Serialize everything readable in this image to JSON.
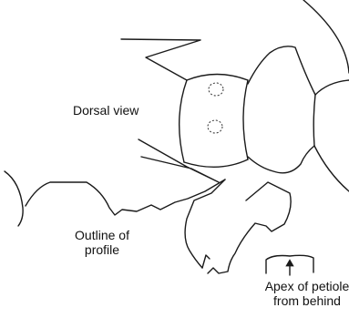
{
  "labels": {
    "dorsal_view": "Dorsal view",
    "outline_line1": "Outline of",
    "outline_line2": "profile",
    "apex_line1": "Apex of petiole",
    "apex_line2": "from behind"
  }
}
